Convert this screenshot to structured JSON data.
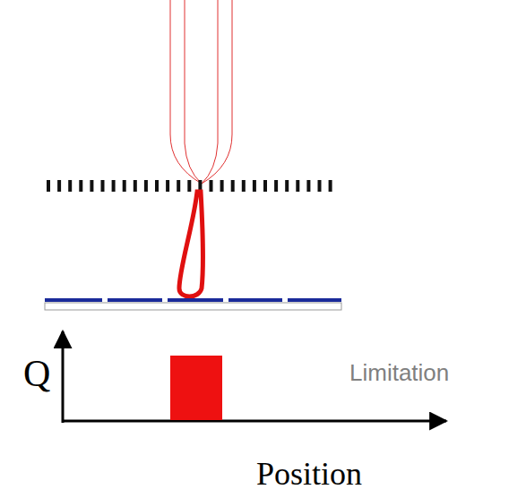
{
  "diagram": {
    "labels": [
      "Q",
      "Limitation",
      "Position"
    ]
  }
}
